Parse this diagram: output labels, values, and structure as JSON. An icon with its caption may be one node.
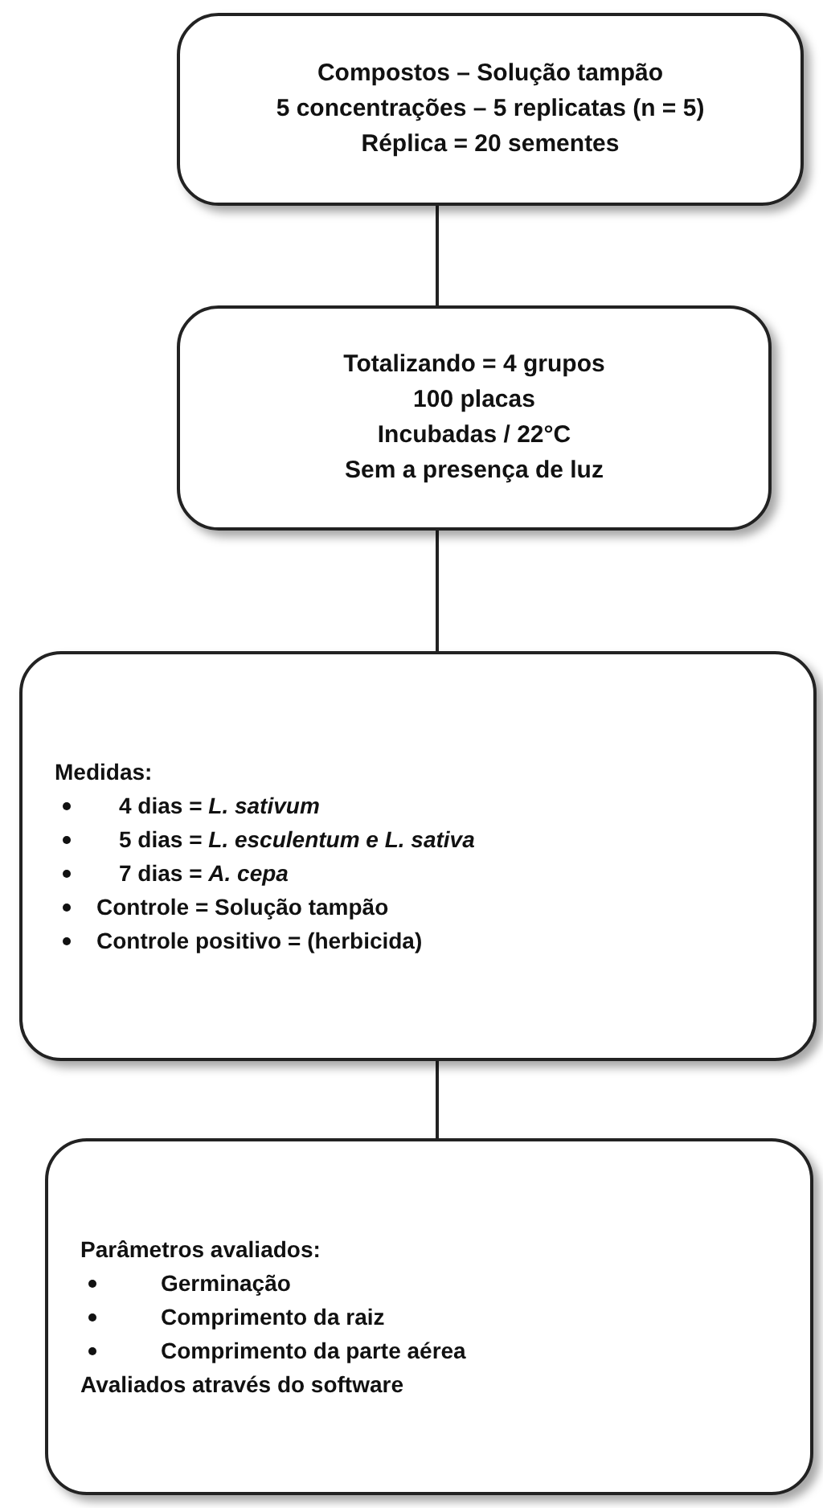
{
  "diagram": {
    "nodes": [
      {
        "text": [
          "Compostos – Solução tampão",
          "5 concentrações – 5 replicatas (n = 5)",
          "Réplica = 20 sementes"
        ]
      },
      {
        "text": [
          "Totalizando = 4 grupos",
          "100 placas",
          "Incubadas / 22°C",
          "Sem a presença de luz"
        ]
      },
      {
        "text": [
          "Medidas:",
          "4 dias = *L. sativum*",
          "5 dias = *L. esculentum e L. sativa*",
          "7 dias = *A. cepa*",
          "Controle = Solução tampão",
          "Controle positivo = (herbicida)"
        ]
      },
      {
        "text": [
          "Parâmetros avaliados:",
          "Germinação",
          "Comprimento da raiz",
          "Comprimento da parte aérea",
          "Avaliados através do software"
        ]
      }
    ],
    "edges": [
      {
        "from": 0,
        "to": 1,
        "arrow": "none"
      },
      {
        "from": 1,
        "to": 2,
        "arrow": "none"
      },
      {
        "from": 2,
        "to": 3,
        "arrow": "none"
      }
    ]
  }
}
